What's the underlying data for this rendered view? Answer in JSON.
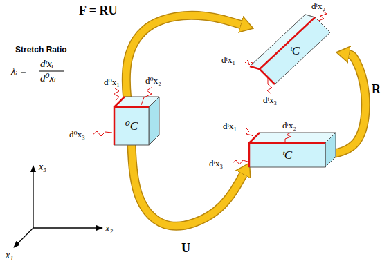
{
  "diagram": {
    "nodes": [
      {
        "text": [
          "⁰C"
        ]
      },
      {
        "text": [
          "ᵗC"
        ]
      },
      {
        "text": [
          "ᵗC"
        ]
      }
    ],
    "edges": [
      {
        "from": 0,
        "to": 1,
        "label": "F = RU",
        "arrow": "to"
      },
      {
        "from": 0,
        "to": 2,
        "label": "U",
        "arrow": "to"
      },
      {
        "from": 2,
        "to": 1,
        "label": "R",
        "arrow": "to"
      }
    ],
    "labels": [
      "Stretch Ratio",
      "λᵢ =",
      "dᵗxᵢ",
      "d⁰xᵢ",
      "d⁰x₁",
      "d⁰x₂",
      "d⁰x₃",
      "dᵗx₂",
      "dᵗx₁",
      "dᵗx₃",
      "dᵗx₁",
      "dᵗx₂",
      "dᵗx₃",
      "x₃",
      "x₂",
      "x₁"
    ]
  }
}
